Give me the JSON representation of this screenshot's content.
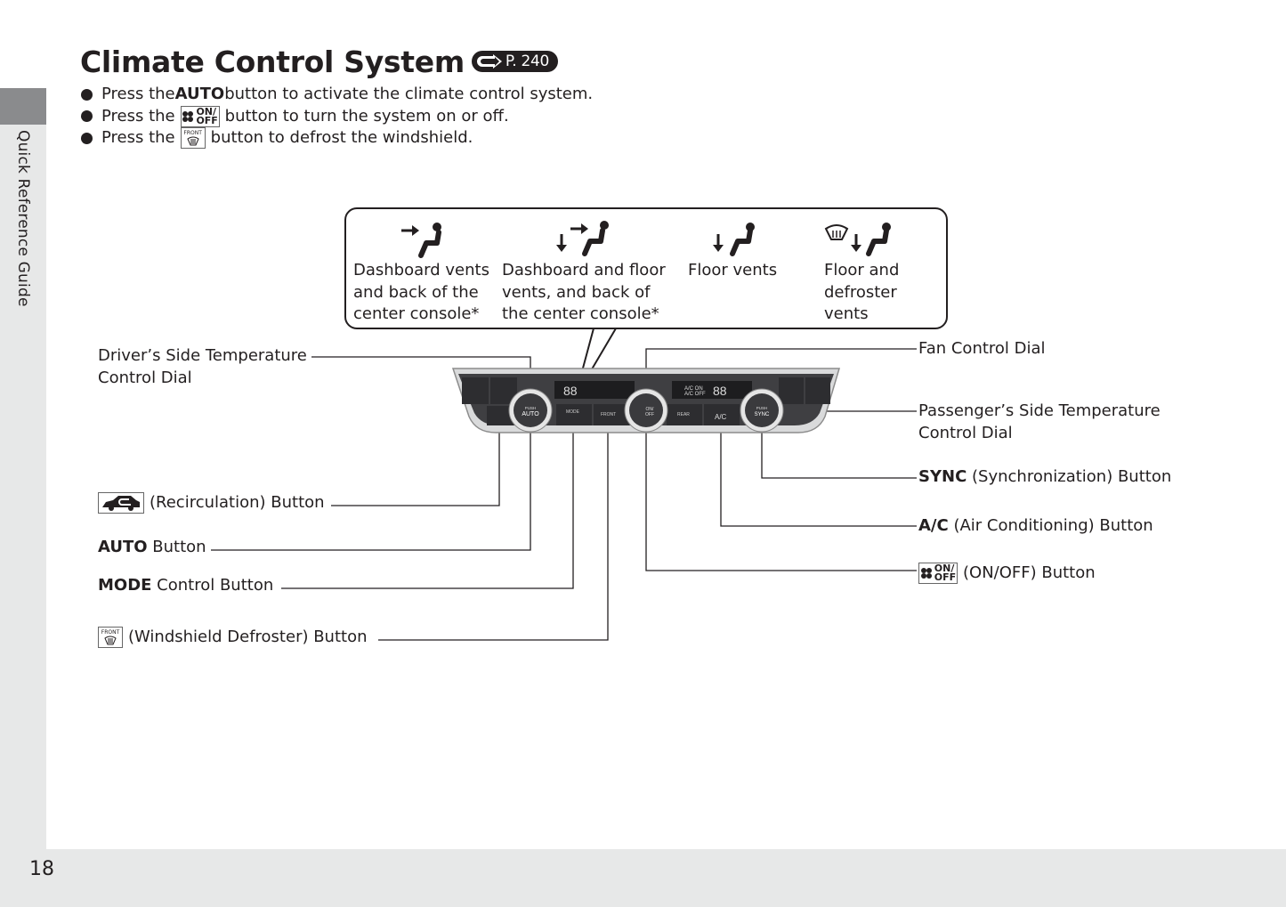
{
  "page": {
    "section_tab": "Quick Reference Guide",
    "page_number": "18"
  },
  "header": {
    "title": "Climate Control System",
    "page_ref_prefix": "P.",
    "page_ref_number": "240"
  },
  "bullets": [
    {
      "pre": "Press the ",
      "bold": "AUTO",
      "icon": null,
      "post": " button to activate the climate control system."
    },
    {
      "pre": "Press the ",
      "bold": null,
      "icon": "fan-onoff-icon",
      "icon_text_top": "ON/",
      "icon_text_bottom": "OFF",
      "post": " button to turn the system on or off."
    },
    {
      "pre": "Press the ",
      "bold": null,
      "icon": "front-defroster-icon",
      "icon_text_top": "FRONT",
      "post": " button to defrost the windshield."
    }
  ],
  "modes": [
    {
      "icon": "dashboard-vent-icon",
      "lines": [
        "Dashboard vents",
        "and back of the",
        "center console*"
      ]
    },
    {
      "icon": "dashboard-floor-vent-icon",
      "lines": [
        "Dashboard and floor",
        "vents, and back of",
        "the center console*"
      ]
    },
    {
      "icon": "floor-vent-icon",
      "lines": [
        "Floor vents"
      ]
    },
    {
      "icon": "floor-defroster-vent-icon",
      "lines": [
        "Floor and",
        "defroster",
        "vents"
      ]
    }
  ],
  "labels_left": {
    "driver_temp": [
      "Driver’s Side Temperature",
      "Control Dial"
    ],
    "recirculation": "(Recirculation) Button",
    "auto_bold": "AUTO",
    "auto_rest": " Button",
    "mode_bold": "MODE",
    "mode_rest": " Control Button",
    "defroster": "(Windshield Defroster) Button"
  },
  "labels_right": {
    "fan": "Fan Control Dial",
    "passenger_temp": [
      "Passenger’s Side Temperature",
      "Control Dial"
    ],
    "sync_bold": "SYNC",
    "sync_rest": " (Synchronization) Button",
    "ac_bold": "A/C",
    "ac_rest": " (Air Conditioning) Button",
    "onoff": "(ON/OFF) Button"
  },
  "panel": {
    "left_display": "88",
    "right_display": "88",
    "ac_status_top": "A/C ON",
    "ac_status_bottom": "A/C OFF",
    "auto_dial_top": "PUSH",
    "auto_dial_label": "AUTO",
    "sync_dial_top": "PUSH",
    "sync_dial_label": "SYNC",
    "fan_dial_top": "ON/",
    "fan_dial_bottom": "OFF",
    "mode_button": "MODE",
    "front_button": "FRONT",
    "rear_button": "REAR",
    "ac_button": "A/C"
  }
}
